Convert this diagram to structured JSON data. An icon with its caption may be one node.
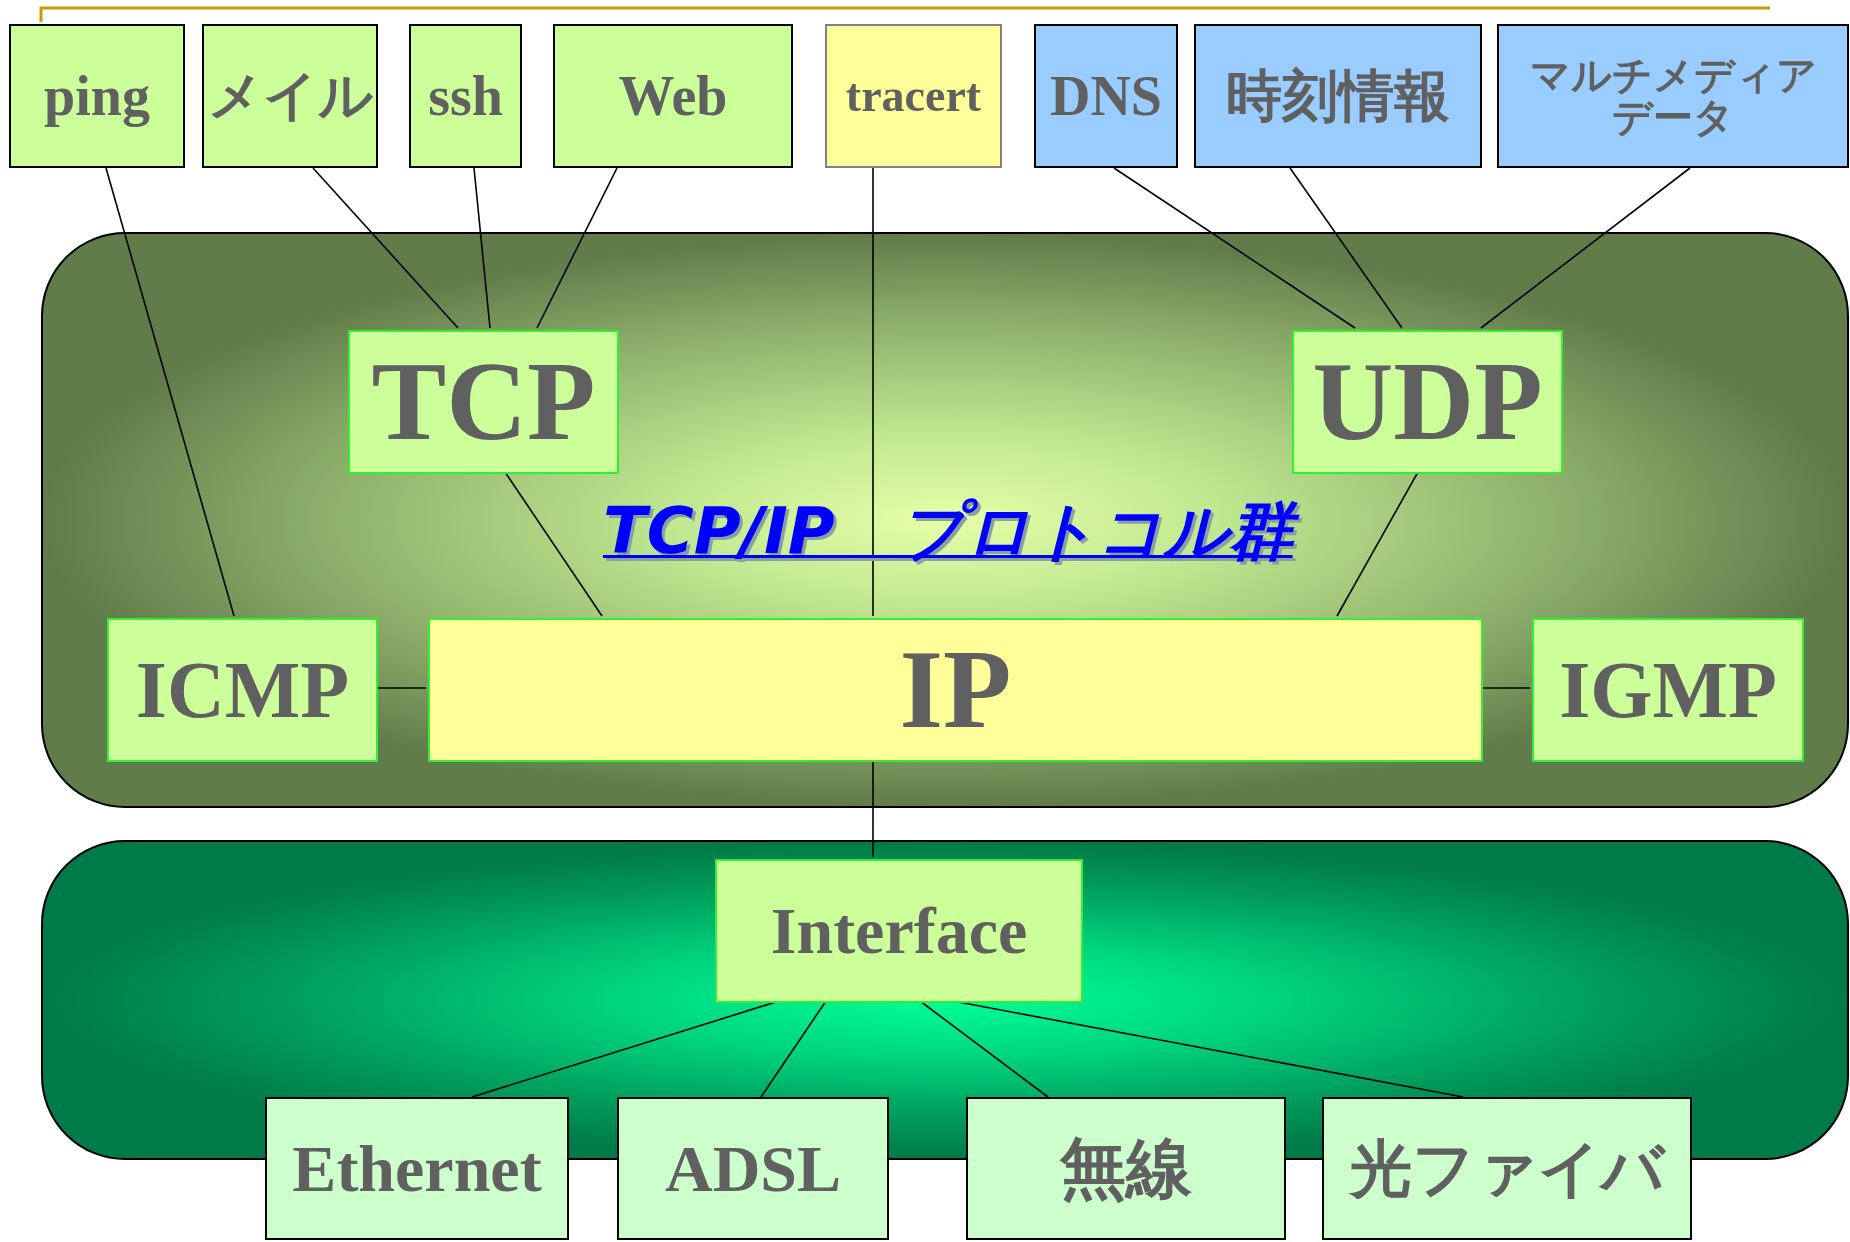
{
  "diagram": {
    "nodes": [
      {
        "text": [
          "ping"
        ]
      },
      {
        "text": [
          "メイル"
        ]
      },
      {
        "text": [
          "ssh"
        ]
      },
      {
        "text": [
          "Web"
        ]
      },
      {
        "text": [
          "tracert"
        ]
      },
      {
        "text": [
          "DNS"
        ]
      },
      {
        "text": [
          "時刻情報"
        ]
      },
      {
        "text": [
          "マルチメディアデータ"
        ]
      },
      {
        "text": [
          "TCP/IP　プロトコル群"
        ]
      },
      {
        "text": [
          "TCP"
        ],
        "in": 8
      },
      {
        "text": [
          "UDP"
        ],
        "in": 8
      },
      {
        "text": [
          "ICMP"
        ],
        "in": 8
      },
      {
        "text": [
          "IP"
        ],
        "in": 8
      },
      {
        "text": [
          "IGMP"
        ],
        "in": 8
      },
      {
        "text": [],
        "shape": "box"
      },
      {
        "text": [
          "Interface"
        ],
        "in": 14
      },
      {
        "text": [
          "Ethernet"
        ]
      },
      {
        "text": [
          "ADSL"
        ]
      },
      {
        "text": [
          "無線"
        ]
      },
      {
        "text": [
          "光ファイバ"
        ]
      }
    ],
    "edges": [
      {
        "from": 0,
        "to": 11,
        "arrow": "none"
      },
      {
        "from": 1,
        "to": 9,
        "arrow": "none"
      },
      {
        "from": 2,
        "to": 9,
        "arrow": "none"
      },
      {
        "from": 3,
        "to": 9,
        "arrow": "none"
      },
      {
        "from": 4,
        "to": 12,
        "arrow": "none"
      },
      {
        "from": 5,
        "to": 10,
        "arrow": "none"
      },
      {
        "from": 6,
        "to": 10,
        "arrow": "none"
      },
      {
        "from": 7,
        "to": 10,
        "arrow": "none"
      },
      {
        "from": 9,
        "to": 12,
        "arrow": "none"
      },
      {
        "from": 10,
        "to": 12,
        "arrow": "none"
      },
      {
        "from": 11,
        "to": 12,
        "arrow": "none"
      },
      {
        "from": 13,
        "to": 12,
        "arrow": "none"
      },
      {
        "from": 12,
        "to": 15,
        "arrow": "none"
      },
      {
        "from": 15,
        "to": 16,
        "arrow": "none"
      },
      {
        "from": 15,
        "to": 17,
        "arrow": "none"
      },
      {
        "from": 15,
        "to": 18,
        "arrow": "none"
      },
      {
        "from": 15,
        "to": 19,
        "arrow": "none"
      }
    ]
  }
}
